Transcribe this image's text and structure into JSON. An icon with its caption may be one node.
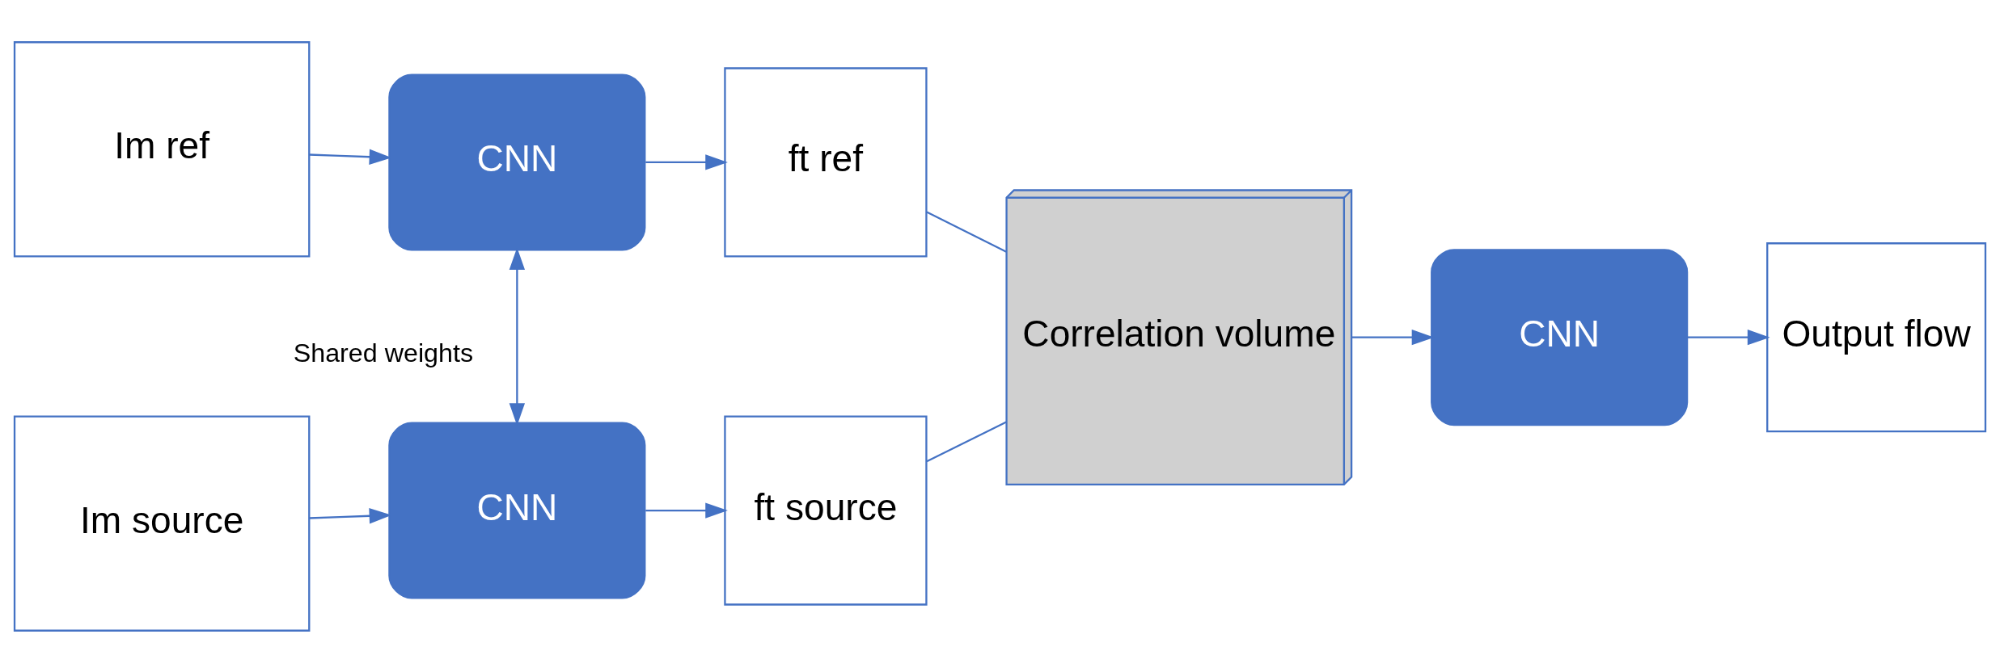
{
  "diagram": {
    "nodes": [
      {
        "text": [
          "Im ref"
        ]
      },
      {
        "text": [
          "CNN"
        ]
      },
      {
        "text": [
          "ft ref"
        ]
      },
      {
        "text": [
          "Im source"
        ]
      },
      {
        "text": [
          "CNN"
        ]
      },
      {
        "text": [
          "ft source"
        ]
      },
      {
        "text": [
          "Correlation volume"
        ]
      },
      {
        "text": [
          "CNN"
        ]
      },
      {
        "text": [
          "Output flow"
        ]
      }
    ],
    "edges": [
      {
        "from": 0,
        "to": 1,
        "arrow": "to"
      },
      {
        "from": 1,
        "to": 2,
        "arrow": "to"
      },
      {
        "from": 1,
        "to": 4,
        "arrow": "both",
        "label": "Shared weights"
      },
      {
        "from": 3,
        "to": 4,
        "arrow": "to"
      },
      {
        "from": 4,
        "to": 5,
        "arrow": "to"
      },
      {
        "from": 2,
        "to": 6,
        "arrow": "none"
      },
      {
        "from": 5,
        "to": 6,
        "arrow": "none"
      },
      {
        "from": 6,
        "to": 7,
        "arrow": "to"
      },
      {
        "from": 7,
        "to": 8,
        "arrow": "to"
      }
    ]
  }
}
